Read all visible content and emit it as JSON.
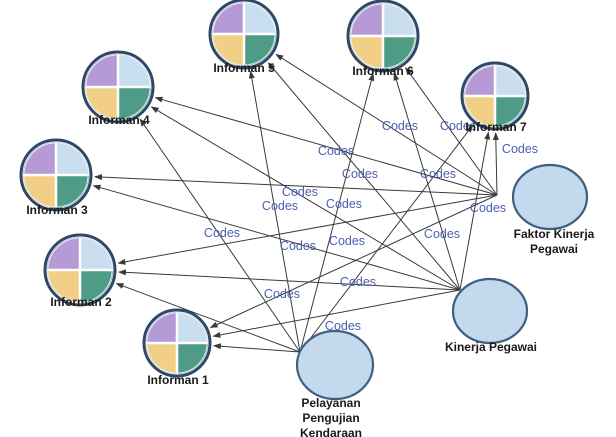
{
  "colors": {
    "edge": "#3a3a3a",
    "edge_label": "#4b5fb0",
    "node_fill": "#c4d8ee",
    "node_stroke": "#3d5f82",
    "pie_purple": "#b69ad6",
    "pie_light_blue": "#c9dff0",
    "pie_yellow": "#f2cf86",
    "pie_green": "#4e9c86"
  },
  "icons": {
    "informant_icon": "four-quadrant-case-icon"
  },
  "informants": [
    {
      "id": "inf1",
      "label": "Informan 1"
    },
    {
      "id": "inf2",
      "label": "Informan 2"
    },
    {
      "id": "inf3",
      "label": "Informan 3"
    },
    {
      "id": "inf4",
      "label": "Informan 4"
    },
    {
      "id": "inf5",
      "label": "Informan 5"
    },
    {
      "id": "inf6",
      "label": "Informan 6"
    },
    {
      "id": "inf7",
      "label": "Informan 7"
    }
  ],
  "codes": [
    {
      "id": "faktor",
      "label_lines": [
        "Faktor Kinerja",
        "Pegawai"
      ]
    },
    {
      "id": "kinerja",
      "label_lines": [
        "Kinerja Pegawai"
      ]
    },
    {
      "id": "pelayanan",
      "label_lines": [
        "Pelayanan",
        "Pengujian",
        "Kendaraan"
      ]
    }
  ],
  "edge_label": "Codes",
  "edges": [
    {
      "from": "faktor",
      "to": "inf1"
    },
    {
      "from": "faktor",
      "to": "inf2"
    },
    {
      "from": "faktor",
      "to": "inf3"
    },
    {
      "from": "faktor",
      "to": "inf4"
    },
    {
      "from": "faktor",
      "to": "inf5"
    },
    {
      "from": "faktor",
      "to": "inf6"
    },
    {
      "from": "faktor",
      "to": "inf7"
    },
    {
      "from": "kinerja",
      "to": "inf1"
    },
    {
      "from": "kinerja",
      "to": "inf2"
    },
    {
      "from": "kinerja",
      "to": "inf3"
    },
    {
      "from": "kinerja",
      "to": "inf4"
    },
    {
      "from": "kinerja",
      "to": "inf5"
    },
    {
      "from": "kinerja",
      "to": "inf6"
    },
    {
      "from": "kinerja",
      "to": "inf7"
    },
    {
      "from": "pelayanan",
      "to": "inf1"
    },
    {
      "from": "pelayanan",
      "to": "inf2"
    },
    {
      "from": "pelayanan",
      "to": "inf4"
    },
    {
      "from": "pelayanan",
      "to": "inf5"
    },
    {
      "from": "pelayanan",
      "to": "inf6"
    },
    {
      "from": "pelayanan",
      "to": "inf7"
    }
  ]
}
